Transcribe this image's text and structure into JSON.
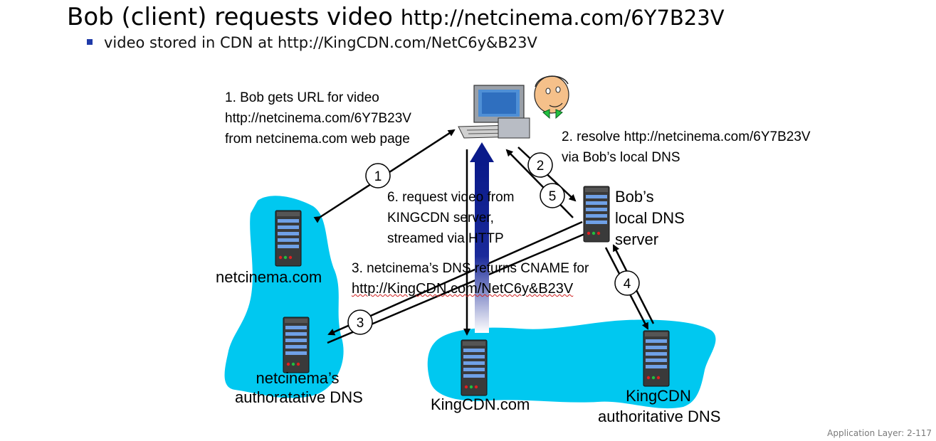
{
  "slide": {
    "title_text": "Bob (client) requests video ",
    "title_url": "http://netcinema.com/6Y7B23V",
    "bullet": "video stored in CDN at http://KingCDN.com/NetC6y&B23V",
    "footer": "Application Layer: 2-117"
  },
  "steps": {
    "s1_line1": "1. Bob gets URL for video",
    "s1_line2": "http://netcinema.com/6Y7B23V",
    "s1_line3": "from netcinema.com web page",
    "s2_line1": "2. resolve http://netcinema.com/6Y7B23V",
    "s2_line2": "via Bob’s local DNS",
    "s3_line1": "3. netcinema’s DNS returns CNAME for",
    "s3_line2": "http://KingCDN.com/NetC6y&B23V",
    "s6_line1": "6. request video from",
    "s6_line2": "KINGCDN server,",
    "s6_line3": "streamed via HTTP"
  },
  "nodes": {
    "netcinema": "netcinema.com",
    "netcinema_dns_1": "netcinema’s",
    "netcinema_dns_2": "authoratative DNS",
    "local_dns_1": "Bob’s",
    "local_dns_2": "local DNS",
    "local_dns_3": "server",
    "kingcdn": "KingCDN.com",
    "kingcdn_dns_1": "KingCDN",
    "kingcdn_dns_2": "authoritative DNS"
  },
  "step_numbers": [
    "1",
    "2",
    "3",
    "4",
    "5"
  ],
  "colors": {
    "cloud": "#00c8f0",
    "server_dark": "#3a3a3a",
    "server_stripe": "#6fa0e6",
    "http_arrow": "#0a1a8a",
    "bullet": "#1f3aa8"
  },
  "icons": [
    "client-computer-icon",
    "bob-face-icon",
    "server-icon"
  ]
}
